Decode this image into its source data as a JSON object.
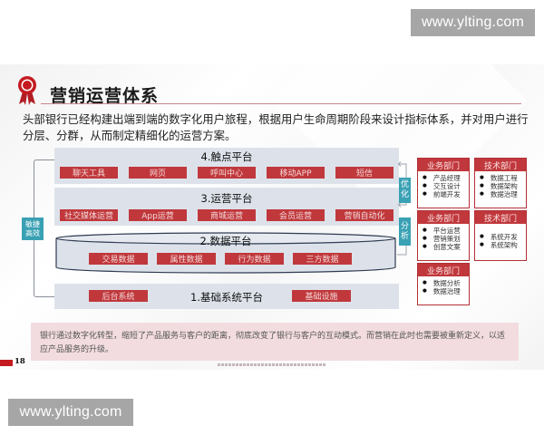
{
  "watermarks": {
    "top": "www.ylting.com",
    "bottom": "www.ylting.com"
  },
  "slide": {
    "title": "营销运营体系",
    "title_icon": "award-ribbon-icon",
    "intro": "头部银行已经构建出端到端的数字化用户旅程，根据用户生命周期阶段来设计指标体系，并对用户进行分层、分群，从而制定精细化的运营方案。",
    "platforms": {
      "touchpoint": {
        "label": "4.触点平台",
        "items": [
          "聊天工具",
          "网页",
          "呼叫中心",
          "移动APP",
          "短信"
        ]
      },
      "operation": {
        "label": "3.运营平台",
        "items": [
          "社交媒体运营",
          "App运营",
          "商城运营",
          "会员运营",
          "营销自动化"
        ]
      },
      "data": {
        "label": "2.数据平台",
        "items": [
          "交易数据",
          "属性数据",
          "行为数据",
          "三方数据"
        ]
      },
      "infrastructure": {
        "label": "1.基础系统平台",
        "left_item": "后台系统",
        "right_item": "基础设施"
      }
    },
    "left_tag": "敏捷高效",
    "right_tags": {
      "optimize": "优化",
      "analyze": "分析"
    },
    "departments": [
      {
        "head": "业务部门",
        "items": [
          "产品经理",
          "交互设计",
          "前端开发"
        ]
      },
      {
        "head": "技术部门",
        "items": [
          "数据工程",
          "数据架构",
          "数据治理"
        ]
      },
      {
        "head": "业务部门",
        "items": [
          "平台运营",
          "营销策划",
          "创意文案"
        ]
      },
      {
        "head": "技术部门",
        "items": [
          "系统开发",
          "系统架构"
        ]
      },
      {
        "head": "业务部门",
        "items": [
          "数据分析",
          "数据治理"
        ]
      }
    ],
    "note": "银行通过数字化转型，缩短了产品服务与客户的距离，彻底改变了银行与客户的互动模式。而营销在此时也需要被重新定义，以适应产品服务的升级。",
    "page_number": "18"
  },
  "colors": {
    "accent_red": "#c0383c",
    "teal": "#3aa1b4",
    "platform_bg": "#dde2ea",
    "note_bg": "#f2dcdf"
  }
}
